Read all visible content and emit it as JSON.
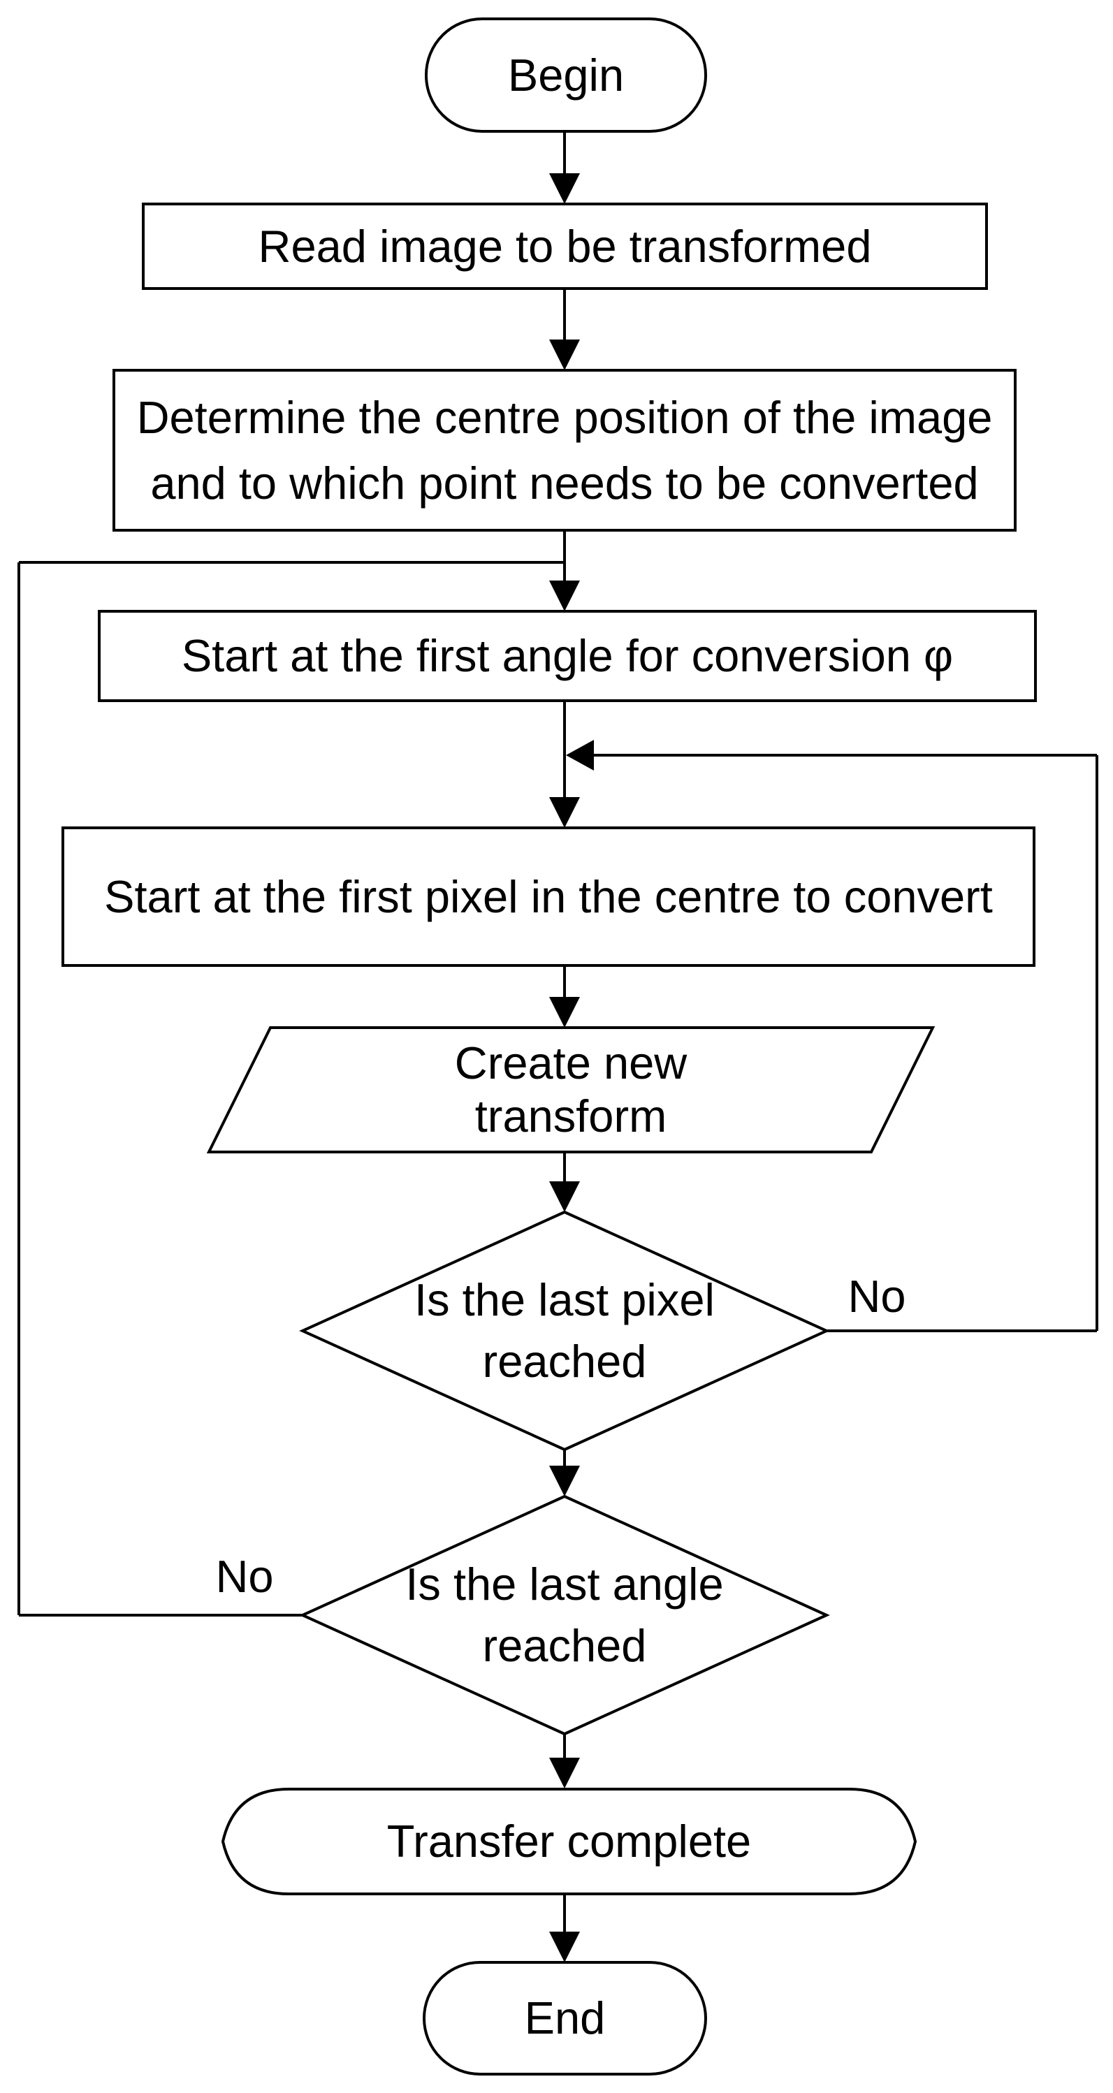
{
  "diagram": {
    "type": "flowchart",
    "background_color": "#ffffff",
    "stroke_color": "#000000",
    "text_color": "#000000",
    "nodes": [
      {
        "id": "begin",
        "shape": "terminator",
        "label": "Begin"
      },
      {
        "id": "read-image",
        "shape": "process",
        "label": "Read image to be transformed"
      },
      {
        "id": "determine-centre",
        "shape": "process",
        "label": "Determine the centre position of the image\nand to which point needs to be converted"
      },
      {
        "id": "first-angle",
        "shape": "process",
        "label": "Start at the first angle for conversion φ"
      },
      {
        "id": "first-pixel",
        "shape": "process",
        "label": "Start at the first pixel in the centre to convert"
      },
      {
        "id": "create-transform",
        "shape": "parallelogram",
        "label": "Create new\ntransform"
      },
      {
        "id": "last-pixel-decision",
        "shape": "decision",
        "label": "Is the last pixel\nreached"
      },
      {
        "id": "last-angle-decision",
        "shape": "decision",
        "label": "Is the last angle\nreached"
      },
      {
        "id": "transfer-complete",
        "shape": "terminator",
        "label": "Transfer complete"
      },
      {
        "id": "end",
        "shape": "terminator",
        "label": "End"
      }
    ],
    "edge_labels": {
      "no_pixel_loop": "No",
      "no_angle_loop": "No"
    }
  }
}
